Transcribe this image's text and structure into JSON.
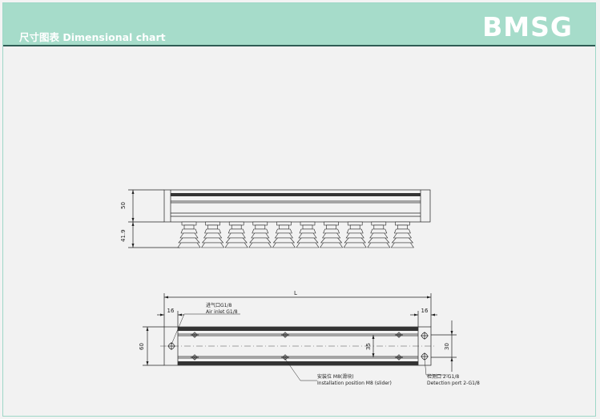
{
  "header": {
    "title": "尺寸图表 Dimensional chart",
    "model": "BMSG"
  },
  "colors": {
    "header_bg": "#a6dcca",
    "accent_line": "#2f5d55"
  },
  "side_view": {
    "dim_height": "50",
    "dim_cup": "41.9",
    "cup_count": 10
  },
  "top_view": {
    "dim_length": "L",
    "dim_left_offset": "16",
    "dim_right_offset": "16",
    "dim_width": "60",
    "dim_rail": "35",
    "dim_port": "30",
    "callouts": {
      "air_inlet_cn": "进气口G1/8",
      "air_inlet_en": "Air inlet G1/8",
      "install_cn": "安装位 M8(滑块)",
      "install_en": "Installation position M8 (slider)",
      "detect_cn": "检测口 2-G1/8",
      "detect_en": "Detection port 2-G1/8"
    }
  }
}
